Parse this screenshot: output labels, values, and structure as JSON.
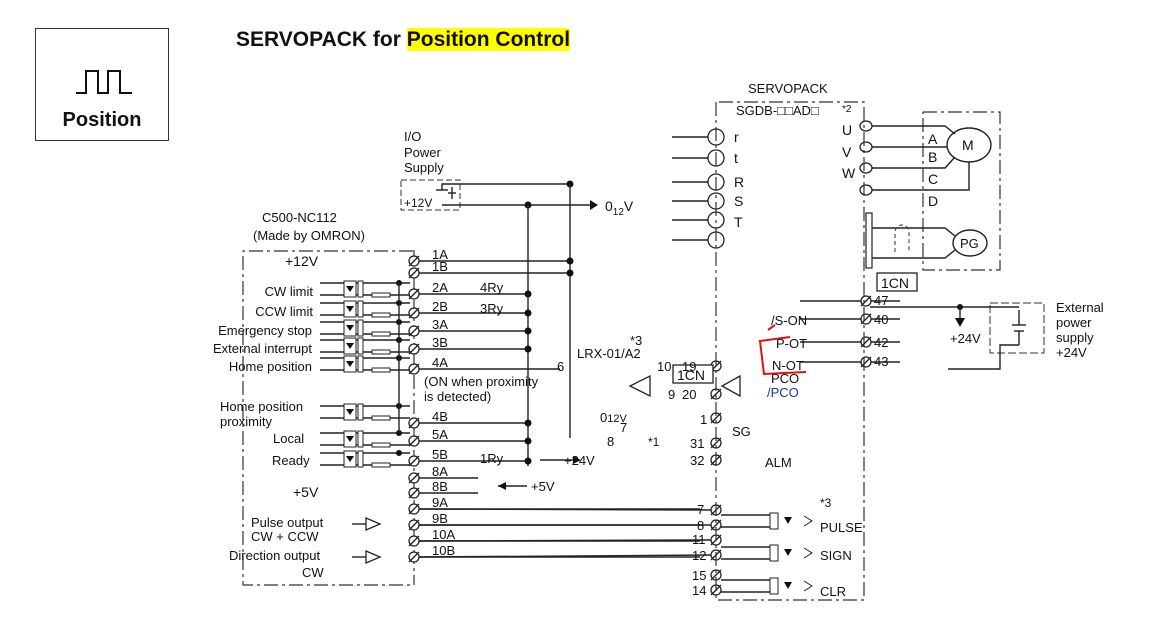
{
  "page": {
    "title_prefix": "SERVOPACK for ",
    "title_highlight": "Position Control",
    "highlight_color": "#ffff00",
    "mode_icon": "pulse-train-icon",
    "mode_label": "Position"
  },
  "io_power_supply": {
    "label_line1": "I/O",
    "label_line2": "Power",
    "label_line3": "Supply",
    "voltage": "+12V",
    "output_label": "0",
    "output_sub": "12",
    "output_unit": "V"
  },
  "controller": {
    "model": "C500-NC112",
    "maker": "(Made by OMRON)",
    "supply_12v": "+12V",
    "supply_5v": "+5V",
    "signals": [
      {
        "label": "CW limit"
      },
      {
        "label": "CCW limit"
      },
      {
        "label": "Emergency stop"
      },
      {
        "label": "External interrupt"
      },
      {
        "label": "Home position"
      },
      {
        "label": "Home position"
      },
      {
        "label": "proximity"
      },
      {
        "label": "Local"
      },
      {
        "label": "Ready"
      },
      {
        "label": "Pulse output"
      },
      {
        "label": "CW + CCW"
      },
      {
        "label": "Direction output"
      },
      {
        "label": "CW"
      }
    ],
    "terminals": [
      "1A",
      "1B",
      "2A",
      "2B",
      "3A",
      "3B",
      "4A",
      "4B",
      "5A",
      "5B",
      "8A",
      "8B",
      "9A",
      "9B",
      "10A",
      "10B"
    ],
    "proximity_note_1": "(ON when proximity",
    "proximity_note_2": "is detected)"
  },
  "relays": {
    "r4": "4Ry",
    "r3": "3Ry",
    "r1": "1Ry",
    "plus24": "+24V",
    "plus5": "+5V"
  },
  "line_receiver": {
    "model": "LRX-01/A2",
    "note": "*3",
    "pins": [
      "6",
      "10",
      "9",
      "8",
      "7"
    ],
    "zero_label": "0",
    "zero_sub": "12V"
  },
  "servopack": {
    "title": "SERVOPACK",
    "model": "SGDB-□□AD□",
    "model_note": "*2",
    "power_terminals": [
      "r",
      "t",
      "R",
      "S",
      "T"
    ],
    "motor_terminals": [
      "U",
      "V",
      "W"
    ],
    "connector": "1CN",
    "cn_pins_left": [
      "19",
      "20",
      "1",
      "31",
      "32",
      "7",
      "8",
      "11",
      "12",
      "15",
      "14"
    ],
    "cn_pins_right": [
      "47",
      "40",
      "42",
      "43"
    ],
    "signals": {
      "pco": "PCO",
      "pco_n": "/PCO",
      "sg": "SG",
      "alm": "ALM",
      "pulse": "PULSE",
      "sign": "SIGN",
      "clr": "CLR",
      "s_on": "/S-ON",
      "p_ot": "P-OT",
      "n_ot": "N-OT"
    },
    "alarm_note": "*1",
    "pulse_note": "*3"
  },
  "motor": {
    "pins": [
      "A",
      "B",
      "C",
      "D"
    ],
    "motor_label": "M",
    "encoder_label": "PG"
  },
  "external_supply": {
    "line1": "External",
    "line2": "power",
    "line3": "supply",
    "line4": "+24V",
    "voltage": "+24V"
  },
  "annotation": {
    "color": "#e01010",
    "marks": "red-bracket-around-P-OT-N-OT"
  }
}
